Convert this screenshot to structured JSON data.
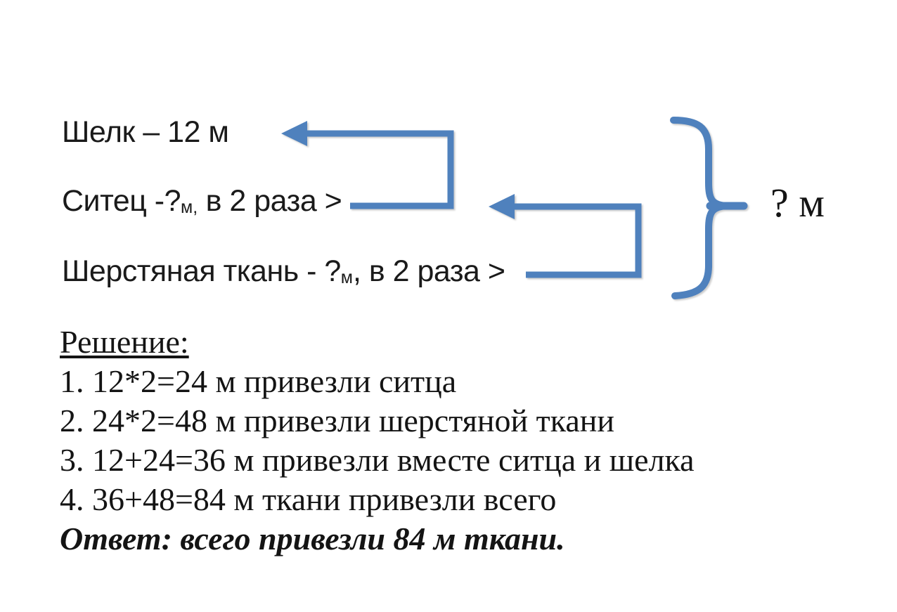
{
  "colors": {
    "accent": "#4f81bd",
    "text": "#1a1a1a",
    "background": "#ffffff"
  },
  "problem": {
    "silk_line": "Шелк – 12 м",
    "calico_line": {
      "prefix": "Ситец -?",
      "unit_sub": "м,",
      "suffix": " в 2 раза >"
    },
    "wool_line": {
      "prefix": "Шерстяная ткань - ?",
      "unit_sub": "м",
      "suffix": ", в 2 раза >"
    },
    "total_label": "? м"
  },
  "solution": {
    "heading": "Решение:",
    "steps": [
      "1. 12*2=24 м привезли ситца",
      "2. 24*2=48 м привезли шерстяной ткани",
      "3. 12+24=36 м привезли вместе ситца и шелка",
      "4. 36+48=84 м ткани привезли всего"
    ],
    "answer": "Ответ: всего привезли 84 м ткани."
  }
}
